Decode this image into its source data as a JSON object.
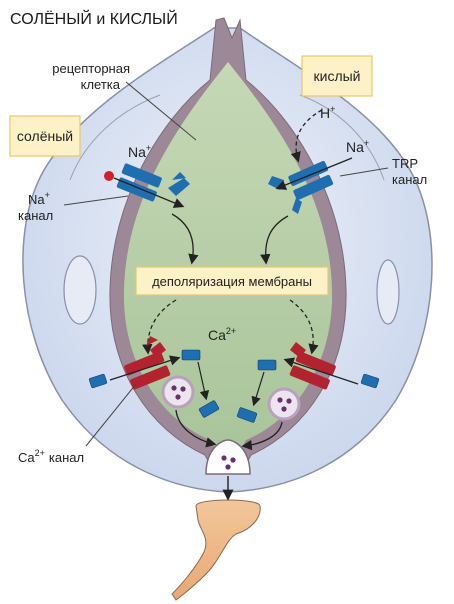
{
  "title": "СОЛЁНЫЙ и КИСЛЫЙ",
  "labels": {
    "salty": "солёный",
    "sour": "кислый",
    "receptor_line1": "рецепторная",
    "receptor_line2": "клетка",
    "na": "Na",
    "h": "H",
    "ca": "Ca",
    "plus": "+",
    "two_plus": "2+",
    "channel": "канал",
    "trp": "TRP",
    "depolarization": "деполяризация мембраны"
  },
  "colors": {
    "channel_blue": "#1f6fb0",
    "channel_red": "#b3232f",
    "label_box": "#fdf1c8",
    "cell_green": "#b8cfa6",
    "membrane_purple": "#9c8896",
    "bud_blue": "#c9d5ec"
  }
}
